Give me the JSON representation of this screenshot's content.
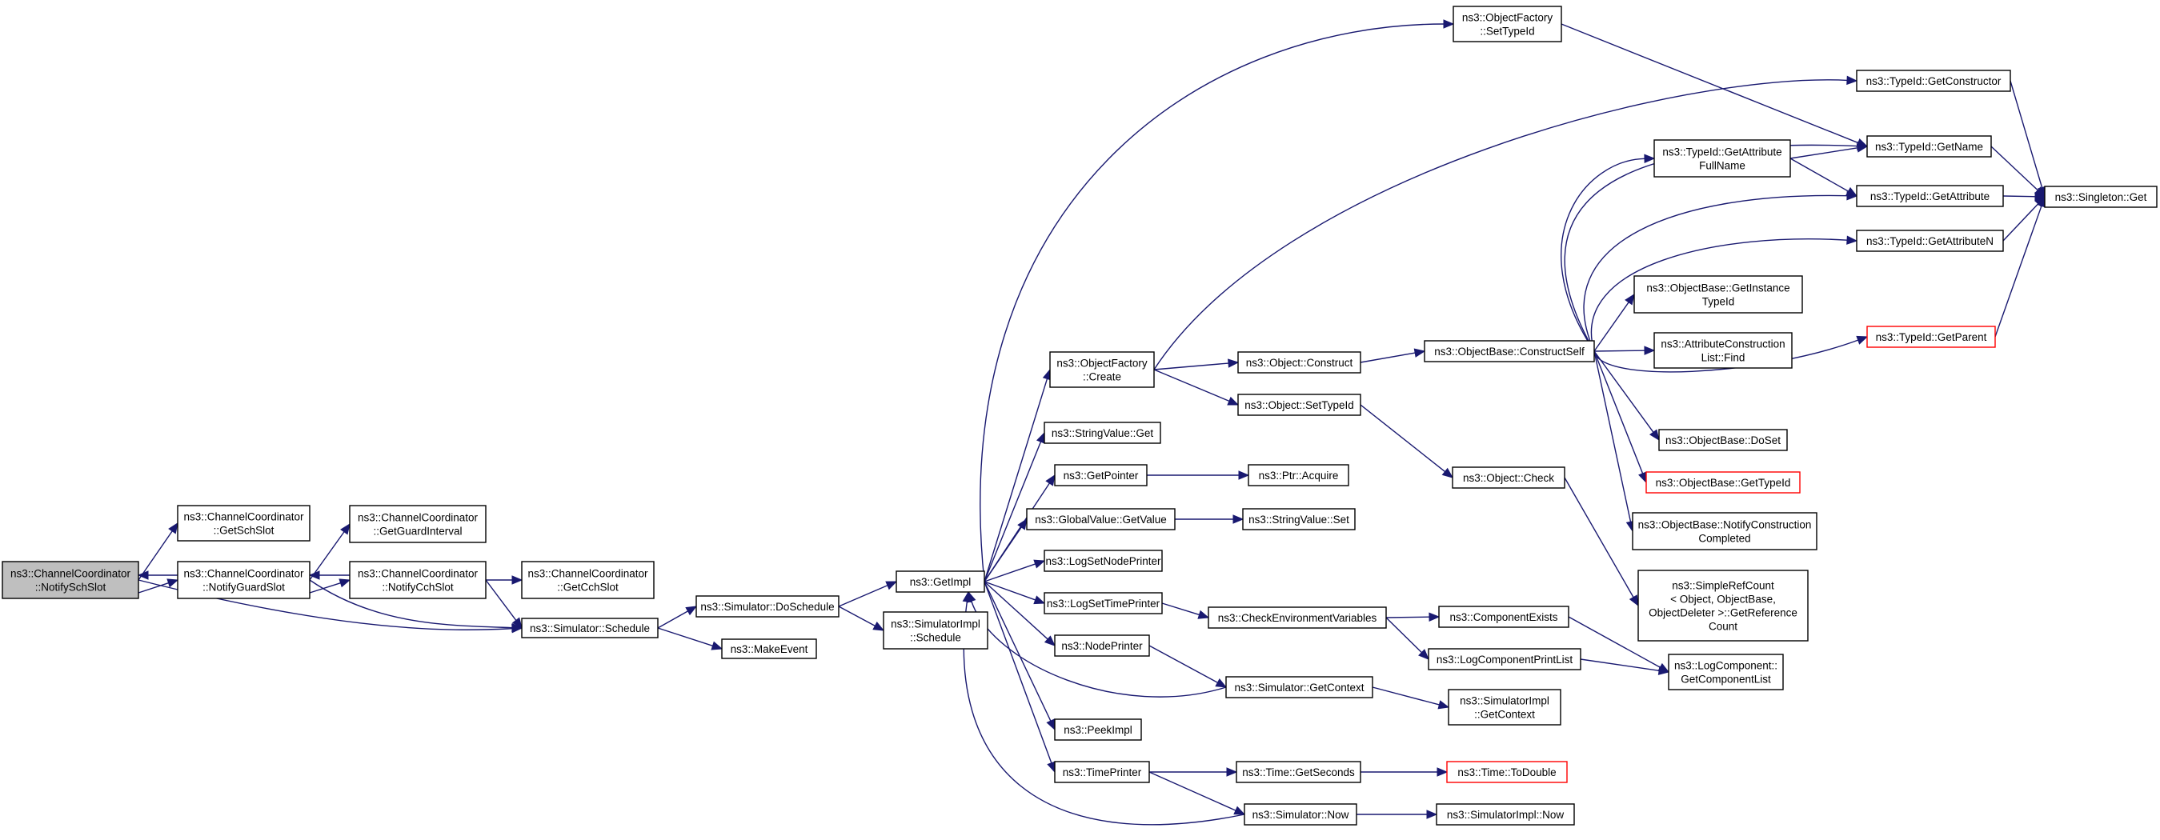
{
  "colors": {
    "edge": "#191970",
    "root_fill": "#bfbfbf",
    "highlight_border": "#ff0000"
  },
  "nodes": {
    "notifySchSlot": [
      "ns3::ChannelCoordinator",
      "::NotifySchSlot"
    ],
    "getSchSlot": [
      "ns3::ChannelCoordinator",
      "::GetSchSlot"
    ],
    "notifyGuardSlot": [
      "ns3::ChannelCoordinator",
      "::NotifyGuardSlot"
    ],
    "getGuardInterval": [
      "ns3::ChannelCoordinator",
      "::GetGuardInterval"
    ],
    "notifyCchSlot": [
      "ns3::ChannelCoordinator",
      "::NotifyCchSlot"
    ],
    "getCchSlot": [
      "ns3::ChannelCoordinator",
      "::GetCchSlot"
    ],
    "schedule": [
      "ns3::Simulator::Schedule"
    ],
    "doSchedule": [
      "ns3::Simulator::DoSchedule"
    ],
    "makeEvent": [
      "ns3::MakeEvent"
    ],
    "simImplSchedule": [
      "ns3::SimulatorImpl",
      "::Schedule"
    ],
    "getImpl": [
      "ns3::GetImpl"
    ],
    "objFactoryCreate": [
      "ns3::ObjectFactory",
      "::Create"
    ],
    "stringValueGet": [
      "ns3::StringValue::Get"
    ],
    "getPointer": [
      "ns3::GetPointer"
    ],
    "globalValueGetValue": [
      "ns3::GlobalValue::GetValue"
    ],
    "logSetNodePrinter": [
      "ns3::LogSetNodePrinter"
    ],
    "logSetTimePrinter": [
      "ns3::LogSetTimePrinter"
    ],
    "nodePrinter": [
      "ns3::NodePrinter"
    ],
    "peekImpl": [
      "ns3::PeekImpl"
    ],
    "timePrinter": [
      "ns3::TimePrinter"
    ],
    "objFactorySetTypeId": [
      "ns3::ObjectFactory",
      "::SetTypeId"
    ],
    "objectConstruct": [
      "ns3::Object::Construct"
    ],
    "objectSetTypeId": [
      "ns3::Object::SetTypeId"
    ],
    "ptrAcquire": [
      "ns3::Ptr::Acquire"
    ],
    "stringValueSet": [
      "ns3::StringValue::Set"
    ],
    "checkEnvVars": [
      "ns3::CheckEnvironmentVariables"
    ],
    "simGetContext": [
      "ns3::Simulator::GetContext"
    ],
    "timeGetSeconds": [
      "ns3::Time::GetSeconds"
    ],
    "simNow": [
      "ns3::Simulator::Now"
    ],
    "objectBaseConstructSelf": [
      "ns3::ObjectBase::ConstructSelf"
    ],
    "objectCheck": [
      "ns3::Object::Check"
    ],
    "componentExists": [
      "ns3::ComponentExists"
    ],
    "logComponentPrintList": [
      "ns3::LogComponentPrintList"
    ],
    "simImplGetContext": [
      "ns3::SimulatorImpl",
      "::GetContext"
    ],
    "timeToDouble": [
      "ns3::Time::ToDouble"
    ],
    "simImplNow": [
      "ns3::SimulatorImpl::Now"
    ],
    "typeIdGetAttrFullName": [
      "ns3::TypeId::GetAttribute",
      "FullName"
    ],
    "objectBaseGetInstanceTypeId": [
      "ns3::ObjectBase::GetInstance",
      "TypeId"
    ],
    "attrConstructionListFind": [
      "ns3::AttributeConstruction",
      "List::Find"
    ],
    "objectBaseDoSet": [
      "ns3::ObjectBase::DoSet"
    ],
    "objectBaseGetTypeId": [
      "ns3::ObjectBase::GetTypeId"
    ],
    "objectBaseNotifyConstructionCompleted": [
      "ns3::ObjectBase::NotifyConstruction",
      "Completed"
    ],
    "simpleRefCountGetRefCount": [
      "ns3::SimpleRefCount",
      "< Object, ObjectBase,",
      " ObjectDeleter >::GetReference",
      "Count"
    ],
    "logComponentGetComponentList": [
      "ns3::LogComponent::",
      "GetComponentList"
    ],
    "typeIdGetConstructor": [
      "ns3::TypeId::GetConstructor"
    ],
    "typeIdGetName": [
      "ns3::TypeId::GetName"
    ],
    "typeIdGetAttribute": [
      "ns3::TypeId::GetAttribute"
    ],
    "typeIdGetAttributeN": [
      "ns3::TypeId::GetAttributeN"
    ],
    "typeIdGetParent": [
      "ns3::TypeId::GetParent"
    ],
    "singletonGet": [
      "ns3::Singleton::Get"
    ]
  }
}
